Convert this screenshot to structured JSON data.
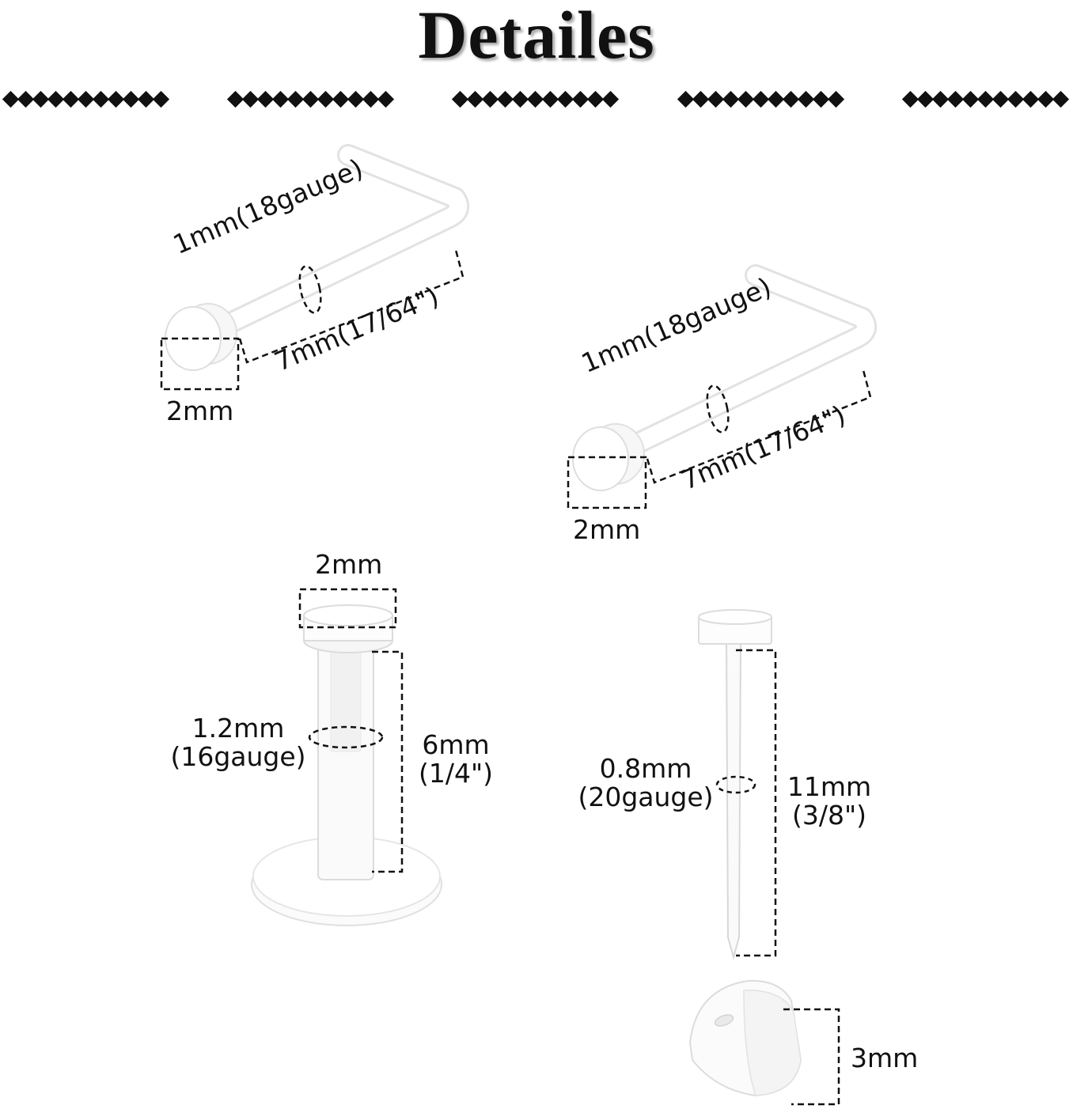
{
  "title": "Detailes",
  "items": [
    {
      "id": "nose-stud-top-left",
      "labels": {
        "gauge": "1mm(18gauge)",
        "length": "7mm(17/64\")",
        "head": "2mm"
      }
    },
    {
      "id": "nose-stud-right",
      "labels": {
        "gauge": "1mm(18gauge)",
        "length": "7mm(17/64\")",
        "head": "2mm"
      }
    },
    {
      "id": "labret-stud",
      "labels": {
        "head": "2mm",
        "gauge": "1.2mm\n(16gauge)",
        "length": "6mm\n(1/4\")"
      }
    },
    {
      "id": "earring-pin",
      "labels": {
        "gauge": "0.8mm\n(20gauge)",
        "length": "11mm\n(3/8\")",
        "back": "3mm"
      }
    }
  ],
  "colors": {
    "text": "#111111",
    "piece_outline": "#e3e3e3",
    "dash": "#111111"
  }
}
